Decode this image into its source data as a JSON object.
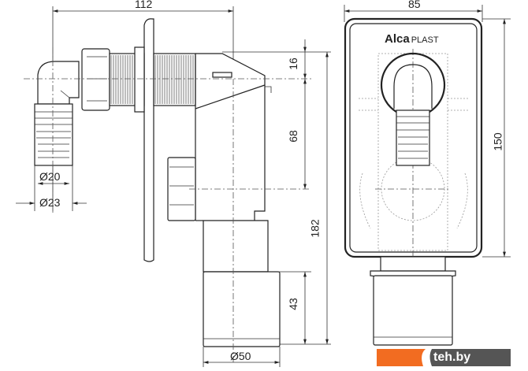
{
  "brand": {
    "name_bold": "Alca",
    "name_light": "PLAST"
  },
  "dimensions": {
    "overall_depth": "112",
    "front_width": "85",
    "front_height": "150",
    "overall_height": "182",
    "top_offset": "16",
    "inlet_to_outlet": "68",
    "outlet_length": "43",
    "hose_inner": "Ø20",
    "hose_outer": "Ø23",
    "outlet_diameter": "Ø50"
  },
  "watermark": {
    "text": "teh.by",
    "accent": "#f26c21",
    "background": "#555555"
  }
}
